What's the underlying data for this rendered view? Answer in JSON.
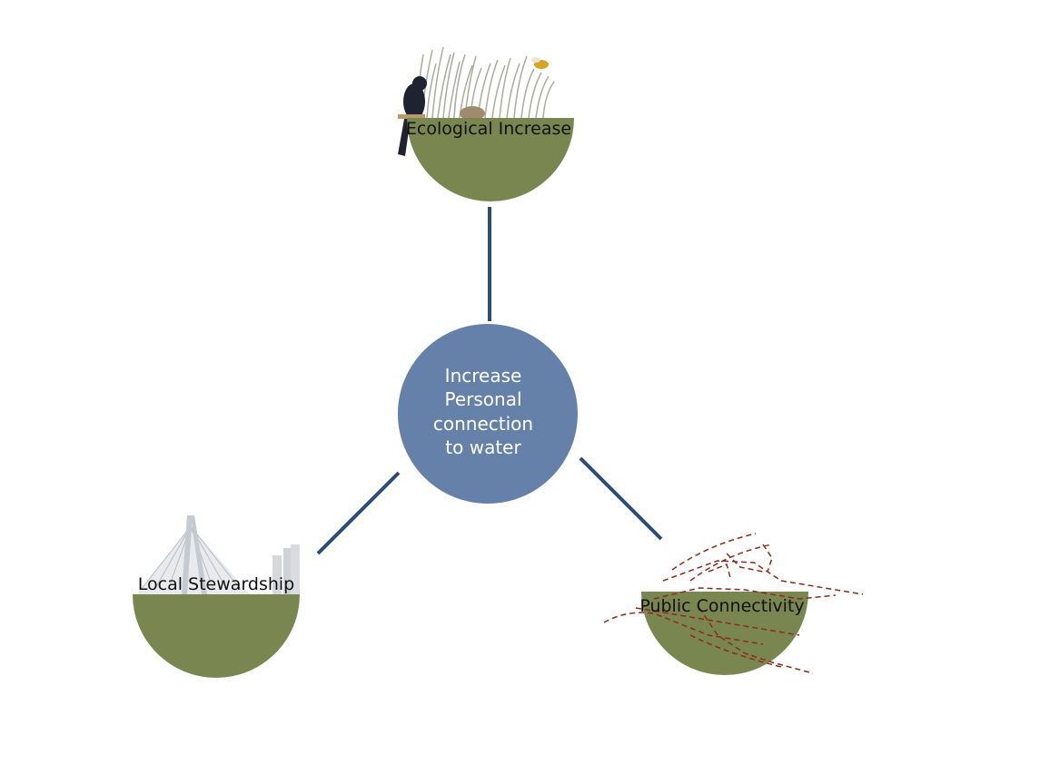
{
  "center": {
    "lines": [
      "Increase",
      "Personal",
      "connection",
      "to water"
    ]
  },
  "nodes": [
    {
      "id": "ecological",
      "label": "Ecological Increase"
    },
    {
      "id": "stewardship",
      "label": "Local Stewardship"
    },
    {
      "id": "connectivity",
      "label": "Public Connectivity"
    }
  ],
  "colors": {
    "connector": "#2b4b7c",
    "center_fill": "#6681a9",
    "bowl_fill": "#7a8650",
    "path_dash": "#8b2a1f",
    "grass": "#b5b8a8",
    "bridge": "#b8bcc4"
  }
}
